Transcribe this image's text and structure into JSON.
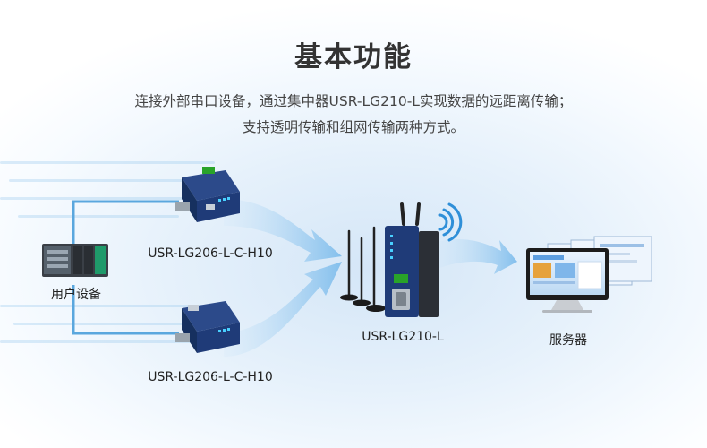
{
  "title": "基本功能",
  "description": {
    "line1": "连接外部串口设备，通过集中器USR-LG210-L实现数据的远距离传输；",
    "line2": "支持透明传输和组网传输两种方式。"
  },
  "nodes": {
    "user_device": {
      "label": "用户设备"
    },
    "node_top": {
      "label": "USR-LG206-L-C-H10"
    },
    "node_bottom": {
      "label": "USR-LG206-L-C-H10"
    },
    "concentrator": {
      "label": "USR-LG210-L"
    },
    "server": {
      "label": "服务器"
    }
  },
  "colors": {
    "title": "#333333",
    "device_blue": "#1f3b78",
    "accent_green": "#29a329",
    "link_line": "#5aa7de",
    "arrow": "#8cc3ef",
    "signal": "#2f8fd8"
  }
}
